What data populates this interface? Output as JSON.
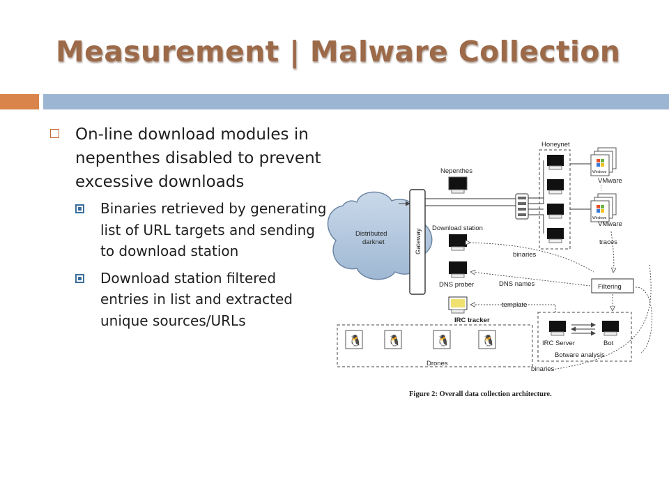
{
  "slide": {
    "title": "Measurement | Malware Collection",
    "bullets": [
      {
        "level": 1,
        "text": "On-line download modules in nepenthes disabled to prevent excessive downloads"
      },
      {
        "level": 2,
        "text": "Binaries retrieved by generating list of URL targets and sending to download station"
      },
      {
        "level": 2,
        "text": "Download station filtered entries in list and extracted unique sources/URLs"
      }
    ]
  },
  "figure": {
    "labels": {
      "honeynet": "Honeynet",
      "nepenthes": "Nepenthes",
      "vmware_1": "VMware",
      "vmware_2": "VMware",
      "windows_1": "Windows",
      "windows_2": "Windows",
      "distributed": "Distributed",
      "darknet": "darknet",
      "gateway": "Gateway",
      "download_station": "Download station",
      "binaries_1": "binaries",
      "traces": "traces",
      "dns_prober": "DNS prober",
      "dns_names": "DNS names",
      "filtering": "Filtering",
      "template": "template",
      "irc_tracker": "IRC tracker",
      "irc_server": "IRC Server",
      "bot": "Bot",
      "botware_analysis": "Botware analysis",
      "drones": "Drones",
      "binaries_2": "binaries"
    },
    "caption": "Figure 2: Overall data collection architecture."
  }
}
